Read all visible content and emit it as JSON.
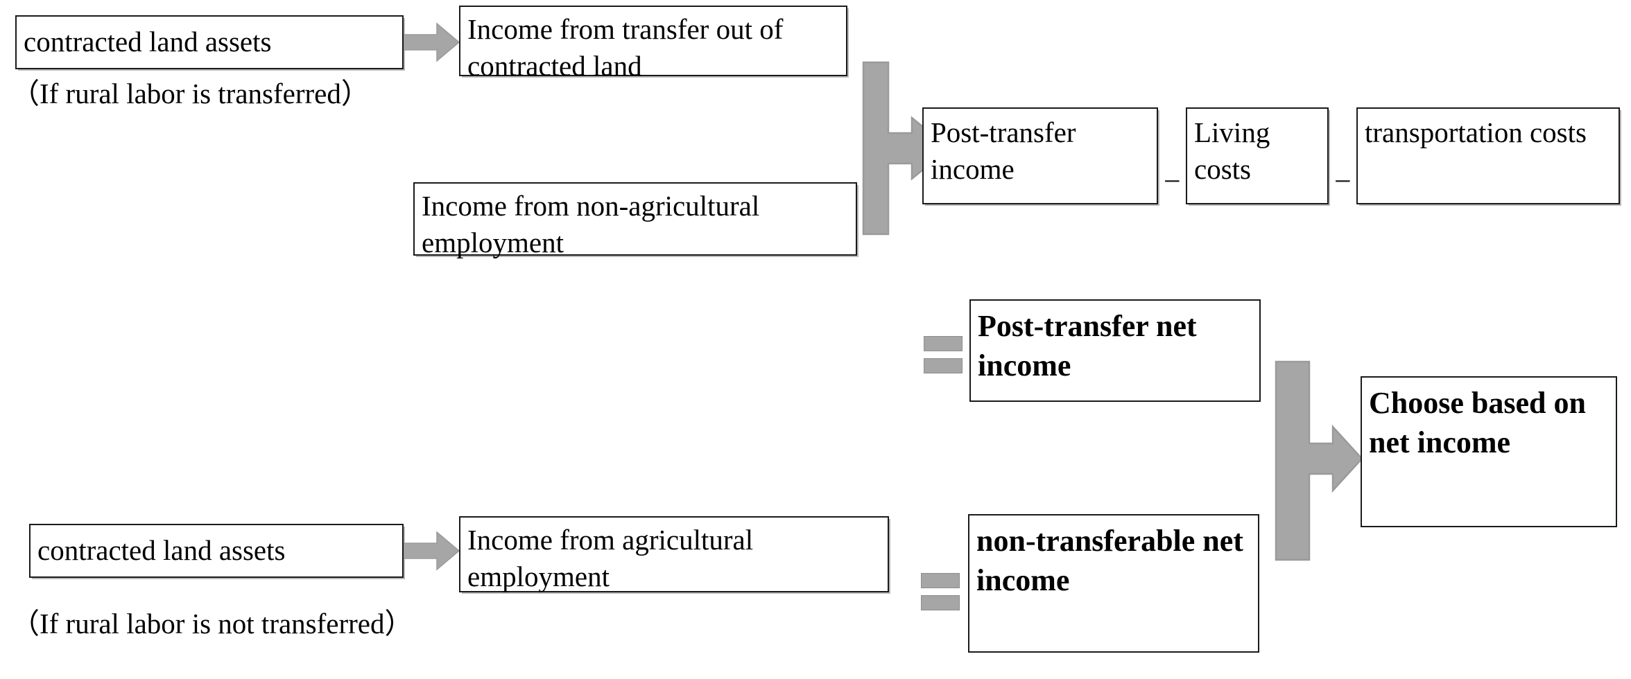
{
  "diagram": {
    "title": "Rural household land-transfer income decision flow",
    "colors": {
      "connector_gray": "#a6a6a6",
      "connector_gray_border": "#8d8d8d",
      "box_border": "#1a1a1a",
      "box_fill": "#ffffff",
      "text": "#000000"
    },
    "nodes": {
      "contracted_land_assets_top": "contracted land assets",
      "caption_transferred": "（If rural labor is transferred）",
      "income_transfer_out": "Income from transfer out of contracted land",
      "income_nonagri": "Income from non-agricultural employment",
      "post_transfer_income": "Post-transfer income",
      "living_costs": "Living costs",
      "transportation_costs": "transportation costs",
      "post_transfer_net_income": "Post-transfer net income",
      "contracted_land_assets_bottom": "contracted land assets",
      "caption_not_transferred": "（If rural labor is not transferred）",
      "income_agri": "Income from agricultural employment",
      "non_transferable_net_income": "non-transferable net income",
      "choose_based_on_net_income": "Choose based on net income"
    },
    "operators": {
      "minus_1": "−",
      "minus_2": "−"
    },
    "connectors": {
      "arrow_top_assets_to_transfer_out": "block-arrow-right",
      "arrow_bottom_assets_to_agri": "block-arrow-right",
      "merge_top_to_post_transfer_income": "bracket-merge-arrow-right",
      "merge_right_to_choose": "bracket-merge-arrow-right",
      "equals_post_transfer": "equals-sign",
      "equals_non_transferable": "equals-sign"
    }
  }
}
